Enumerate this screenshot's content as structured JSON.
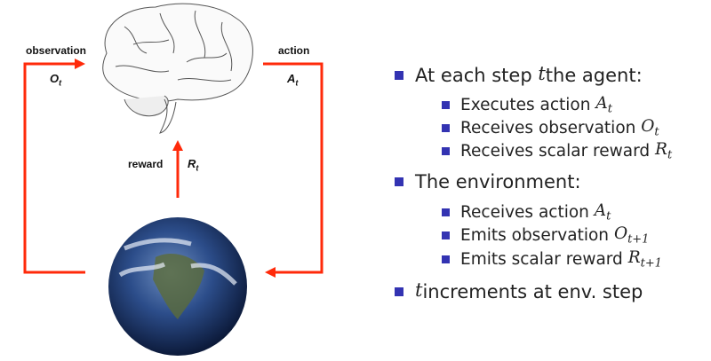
{
  "diagram": {
    "observation_label": "observation",
    "observation_symbol": "O",
    "action_label": "action",
    "action_symbol": "A",
    "reward_label": "reward",
    "reward_symbol": "R",
    "subscript": "t",
    "arrow_color": "#ff2a0a"
  },
  "bullets": {
    "color": "#3333b2",
    "items": [
      {
        "pre": "At each step ",
        "math": "t",
        "sub": "",
        "post": " the agent:"
      },
      {
        "pre": "Executes action ",
        "math": "A",
        "sub": "t",
        "post": ""
      },
      {
        "pre": "Receives observation ",
        "math": "O",
        "sub": "t",
        "post": ""
      },
      {
        "pre": "Receives scalar reward ",
        "math": "R",
        "sub": "t",
        "post": ""
      },
      {
        "pre": "The environment:",
        "math": "",
        "sub": "",
        "post": ""
      },
      {
        "pre": "Receives action ",
        "math": "A",
        "sub": "t",
        "post": ""
      },
      {
        "pre": "Emits observation ",
        "math": "O",
        "sub": "t+1",
        "post": ""
      },
      {
        "pre": "Emits scalar reward ",
        "math": "R",
        "sub": "t+1",
        "post": ""
      },
      {
        "pre": "",
        "math": "t",
        "sub": "",
        "post": " increments at env. step"
      }
    ]
  }
}
